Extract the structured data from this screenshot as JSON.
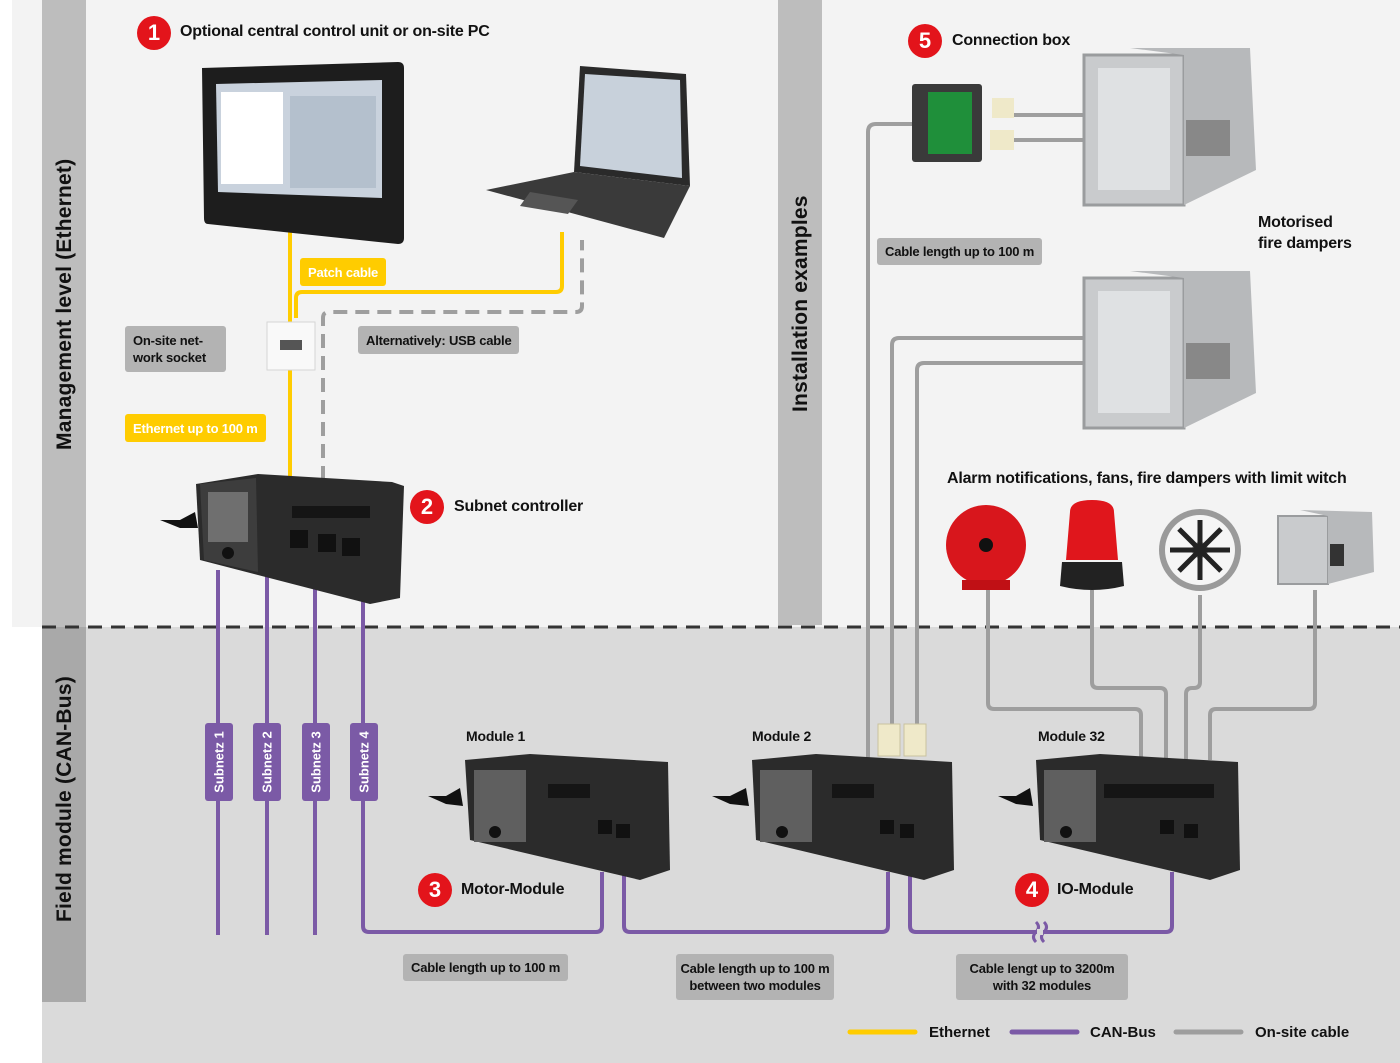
{
  "sections": {
    "management": "Management level  (Ethernet)",
    "field": "Field module (CAN-Bus)",
    "installation": "Installation examples"
  },
  "components": [
    {
      "number": "1",
      "label": "Optional central control unit or on-site PC"
    },
    {
      "number": "2",
      "label": "Subnet controller"
    },
    {
      "number": "3",
      "label": "Motor-Module"
    },
    {
      "number": "4",
      "label": "IO-Module"
    },
    {
      "number": "5",
      "label": "Connection box"
    }
  ],
  "modules": {
    "module1": "Module 1",
    "module2": "Module 2",
    "module32": "Module 32"
  },
  "tags": {
    "patch_cable": "Patch cable",
    "network_socket": "On-site net-\nwork socket",
    "usb_cable": "Alternatively: USB cable",
    "ethernet_length": "Ethernet up to 100 m",
    "cable_length_box": "Cable length up to 100 m",
    "cable_length_1": "Cable length up to 100 m",
    "cable_length_2": "Cable length up to 100 m\nbetween two modules",
    "cable_length_3": "Cable lengt up to 3200m\nwith 32 modules"
  },
  "subnets": [
    "Subnetz 1",
    "Subnetz 2",
    "Subnetz 3",
    "Subnetz 4"
  ],
  "captions": {
    "motorised_dampers": "Motorised\nfire dampers",
    "alarm_devices": "Alarm notifications, fans, fire dampers with limit witch"
  },
  "legend": [
    {
      "label": "Ethernet",
      "color": "#ffcc00"
    },
    {
      "label": "CAN-Bus",
      "color": "#7b5aa6"
    },
    {
      "label": "On-site cable",
      "color": "#9e9e9e"
    }
  ],
  "colors": {
    "ethernet": "#ffcc00",
    "canbus": "#7b5aa6",
    "onsite": "#9e9e9e",
    "badge": "#e3141b"
  }
}
